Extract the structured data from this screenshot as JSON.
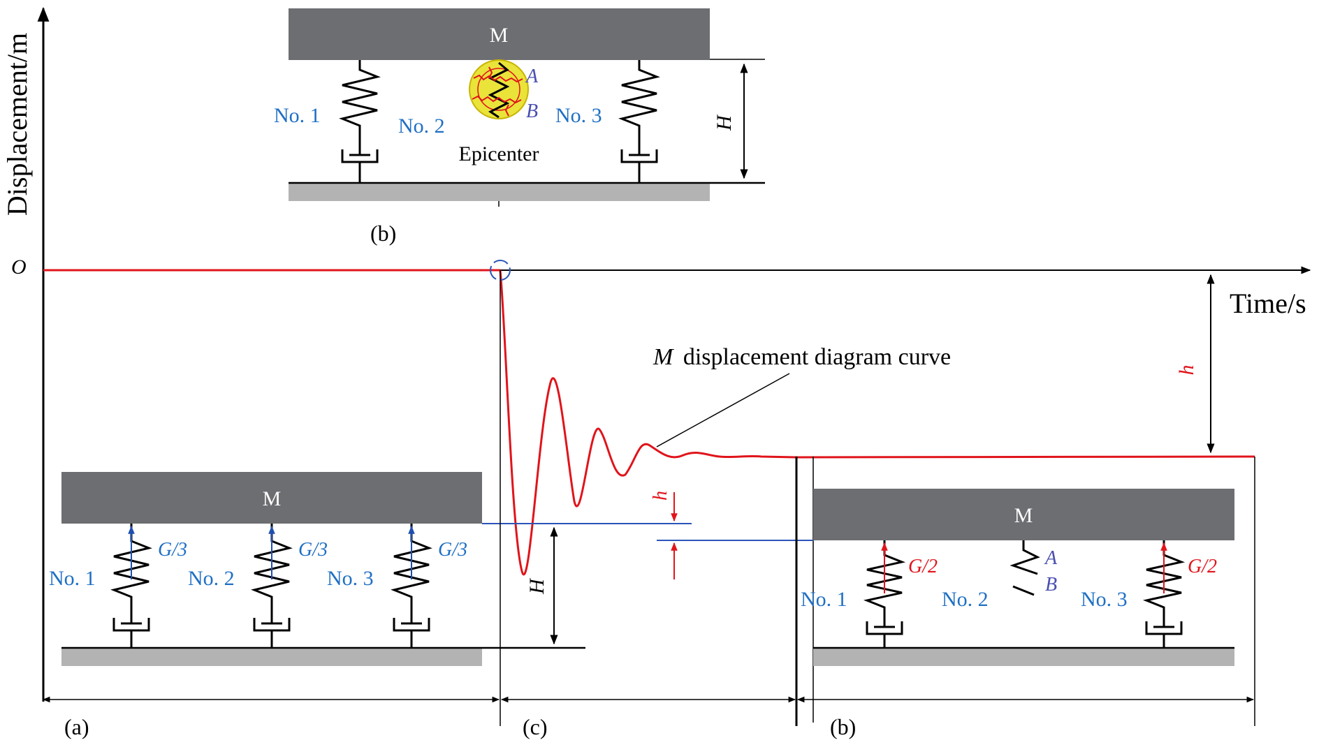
{
  "axes": {
    "y_label": "Displacement/m",
    "x_label": "Time/s",
    "origin_label": "O"
  },
  "curve_label": "M displacement diagram curve",
  "curve_label_italic": "M",
  "curve_label_rest": "displacement diagram curve",
  "height_labels": {
    "H": "H",
    "h": "h"
  },
  "panel_top": {
    "caption": "(b)",
    "mass_label": "M",
    "springs": [
      "No. 1",
      "No. 2",
      "No. 3"
    ],
    "failure_points": [
      "A",
      "B"
    ],
    "epicenter_label": "Epicenter"
  },
  "panel_a": {
    "caption": "(a)",
    "mass_label": "M",
    "springs": [
      "No. 1",
      "No. 2",
      "No. 3"
    ],
    "forces": [
      "G/3",
      "G/3",
      "G/3"
    ]
  },
  "panel_b": {
    "caption": "(b)",
    "mass_label": "M",
    "springs": [
      "No. 1",
      "No. 2",
      "No. 3"
    ],
    "forces": [
      "G/2",
      "G/2"
    ],
    "broken_points": [
      "A",
      "B"
    ]
  },
  "panel_c": {
    "caption": "(c)"
  },
  "colors": {
    "curve": "#e0141b",
    "mass": "#6d6e71",
    "ground": "#b3b3b3",
    "label_blue": "#1f6fc4",
    "label_purple": "#4a4fb0",
    "force_red": "#e0141b",
    "guide_blue": "#2a55b8",
    "epicenter_glow": "#e9e33a"
  }
}
